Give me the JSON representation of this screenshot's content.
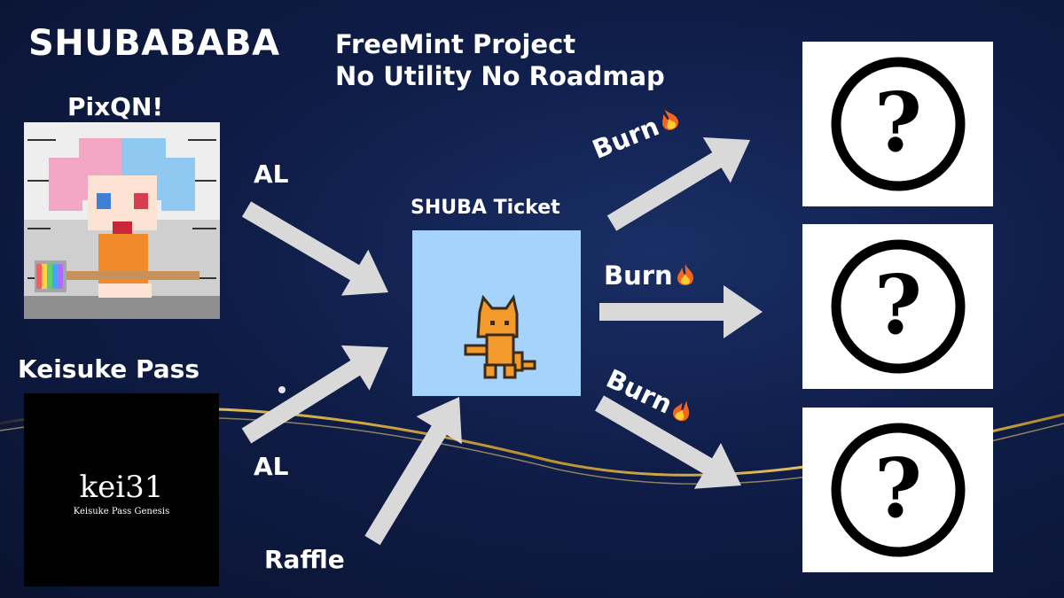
{
  "header": {
    "title": "SHUBABABA",
    "tagline_line1": "FreeMint Project",
    "tagline_line2": "No Utility No Roadmap"
  },
  "sources": {
    "pixqn": {
      "label": "PixQN!"
    },
    "keisuke": {
      "label": "Keisuke Pass",
      "card_name": "kei31",
      "card_subtitle": "Keisuke Pass Genesis"
    }
  },
  "ticket": {
    "label": "SHUBA Ticket"
  },
  "edges": {
    "al_top": "AL",
    "al_bottom": "AL",
    "raffle": "Raffle",
    "burn_top": "Burn",
    "burn_mid": "Burn",
    "burn_bottom": "Burn"
  },
  "mystery_glyph": "?",
  "colors": {
    "arrow": "#d9d9d9",
    "ticket_bg": "#a6d3fb",
    "cat": "#f39a2c",
    "gold_line": "#d9b24a"
  },
  "icons": {
    "fire": "fire-icon",
    "cat": "cat-icon",
    "question": "question-circle-icon"
  }
}
